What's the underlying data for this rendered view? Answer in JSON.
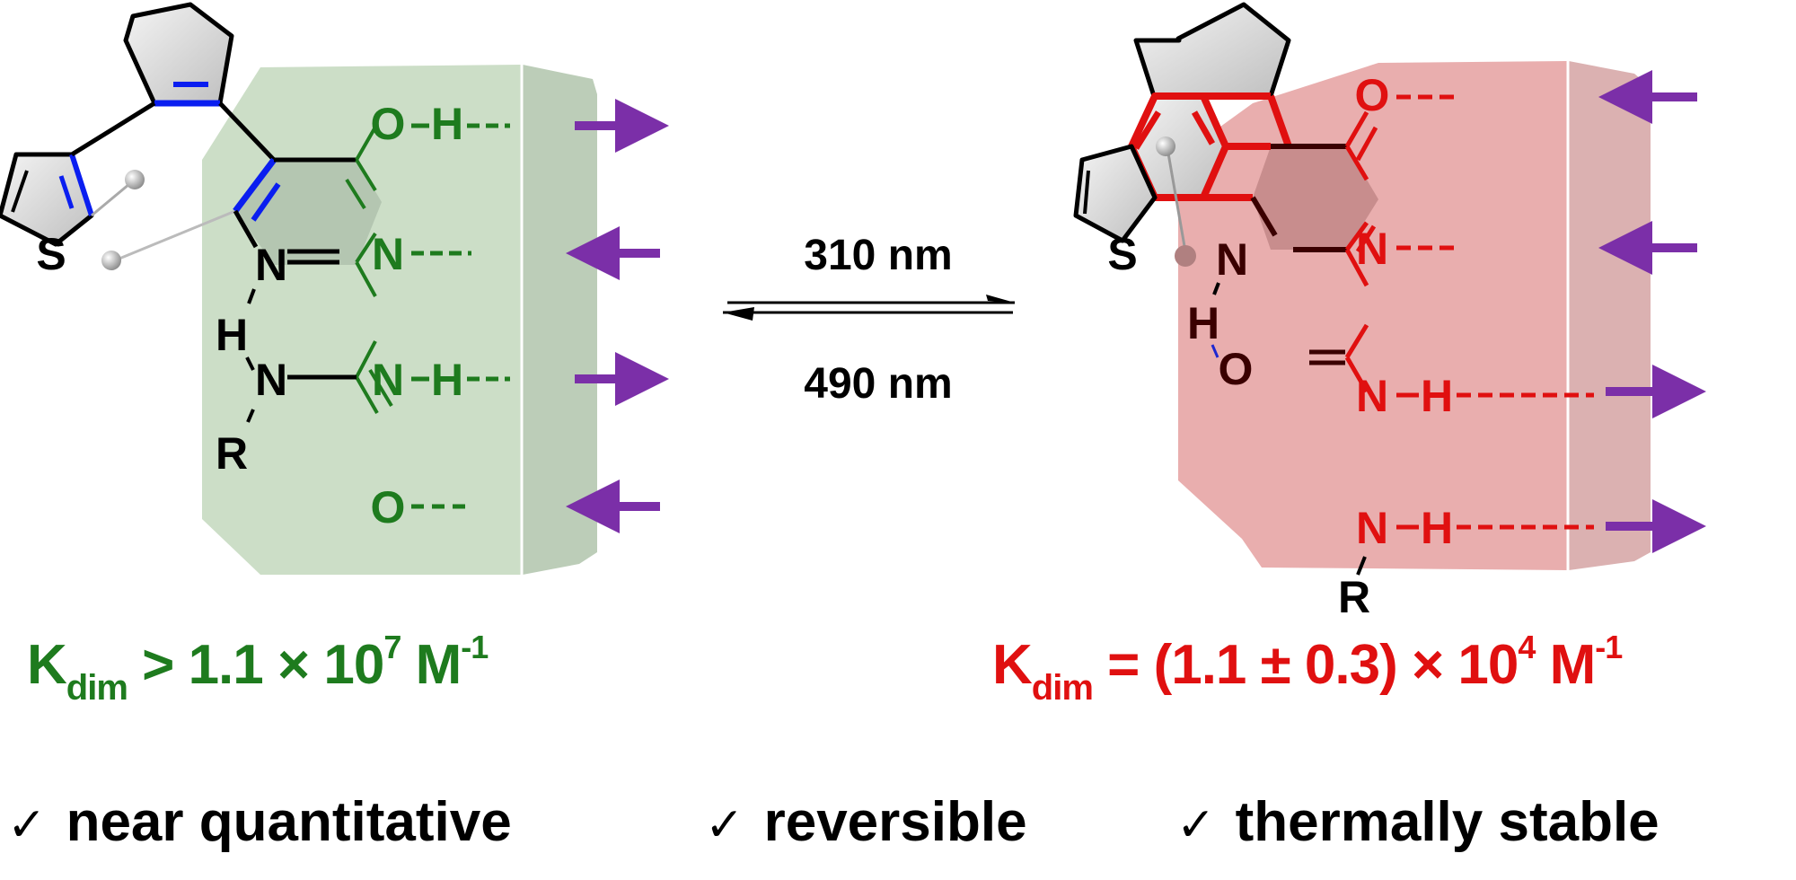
{
  "colors": {
    "open_form": "#1e7b1e",
    "closed_form": "#e01010",
    "arrow_purple": "#7b2fa8",
    "open_box": "#c5d8c0",
    "closed_box": "#e8adae",
    "blue_bond": "#0a1ef0"
  },
  "reaction": {
    "forward_label": "310 nm",
    "reverse_label": "490 nm"
  },
  "left_molecule": {
    "atoms": {
      "s": "S",
      "n_ring": "N",
      "n_ring2": "N",
      "h_bridge": "H",
      "n_urea": "N",
      "r": "R",
      "o_top": "O",
      "h_top": "H",
      "n_acc": "N",
      "n_donor": "N",
      "h_donor": "H",
      "o_bottom": "O"
    },
    "hbond_pattern": [
      "donor",
      "acceptor",
      "donor",
      "acceptor"
    ]
  },
  "right_molecule": {
    "atoms": {
      "s": "S",
      "n_ring": "N",
      "h_bridge": "H",
      "o_urea": "O",
      "r": "R",
      "o_top": "O",
      "n_acc": "N",
      "n_donor1": "N",
      "h_donor1": "H",
      "n_donor2": "N",
      "h_donor2": "H"
    },
    "hbond_pattern": [
      "acceptor",
      "acceptor",
      "donor",
      "donor"
    ]
  },
  "left_constant": {
    "k": "K",
    "sub": "dim",
    "relation": " > 1.1 × 10",
    "exp": "7",
    "unit": " M",
    "unit_exp": "-1"
  },
  "right_constant": {
    "k": "K",
    "sub": "dim",
    "relation": " = (1.1 ± 0.3) × 10",
    "exp": "4",
    "unit": " M",
    "unit_exp": "-1"
  },
  "features": [
    {
      "check": "✓",
      "label": "near quantitative"
    },
    {
      "check": "✓",
      "label": "reversible"
    },
    {
      "check": "✓",
      "label": "thermally stable"
    }
  ]
}
